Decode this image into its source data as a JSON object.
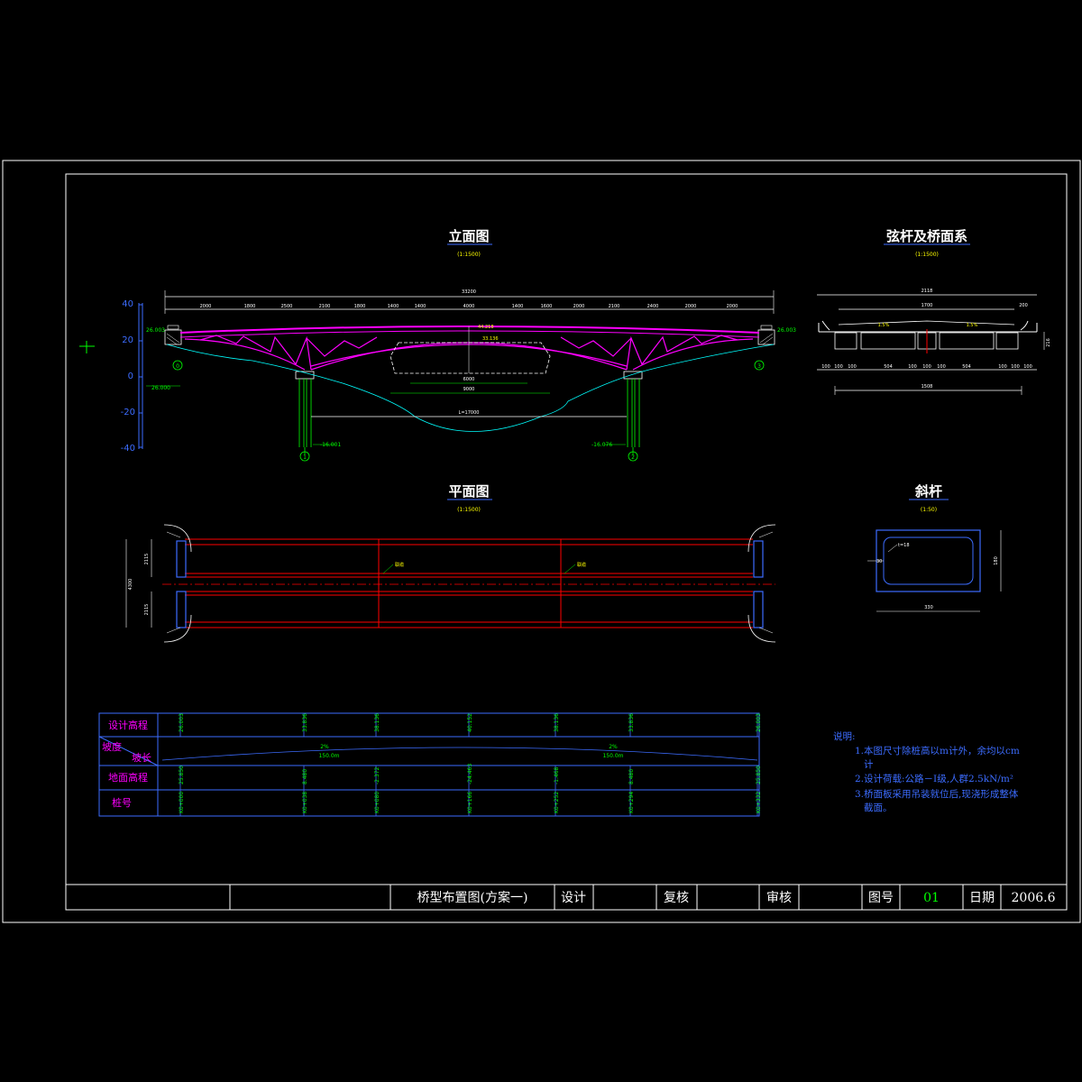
{
  "views": {
    "elevation": {
      "title": "立面图",
      "scale": "(1:1500)"
    },
    "chord_deck": {
      "title": "弦杆及桥面系",
      "scale": "(1:1500)"
    },
    "plan": {
      "title": "平面图",
      "scale": "(1:1500)"
    },
    "diagonal": {
      "title": "斜杆",
      "scale": "(1:50)"
    }
  },
  "elevation_axis": {
    "ticks": [
      "40",
      "20",
      "0",
      "-20",
      "-40"
    ]
  },
  "elevation_labels": {
    "total_span": "33200",
    "span_L": "L=17000",
    "pier_1": "1",
    "pier_2": "2",
    "abutment_0": "0",
    "abutment_3": "3",
    "left_elev": "26.003",
    "right_elev": "26.003",
    "pile_left": "-16.001",
    "pile_right": "-16.076",
    "ground": "26.000",
    "crown": "44.218",
    "crown_b": "33.136",
    "segment_dims": [
      "2000",
      "1800",
      "2500",
      "2100",
      "1800",
      "1400",
      "1400",
      "4000",
      "1400",
      "1600",
      "2000",
      "2100",
      "2400",
      "2000",
      "2000"
    ],
    "window_dims": [
      "6000",
      "9000"
    ]
  },
  "chord_labels": {
    "top": "2118",
    "inner": "1700",
    "slopes": [
      "1.5%",
      "1.5%"
    ],
    "bottom": "1508",
    "bottom_dims": [
      "100",
      "100",
      "100",
      "504",
      "100",
      "100",
      "100",
      "504",
      "100",
      "100",
      "100"
    ],
    "height": "216",
    "curb": "200"
  },
  "plan_labels": {
    "total_width": "4300",
    "half_top": "2115",
    "half_bottom": "2115",
    "brace_left": "联缆",
    "brace_right": "联缆"
  },
  "diagonal_labels": {
    "thickness": "t=18",
    "width": "330",
    "height": "180",
    "wall": "30"
  },
  "profile_table": {
    "row_labels": [
      "设计高程",
      "坡度",
      "坡长",
      "地面高程",
      "桩号"
    ],
    "design_elevations": [
      "26.003",
      "33.836",
      "38.136",
      "40.152",
      "38.136",
      "33.836",
      "26.003"
    ],
    "grades": [
      "2%",
      "2%"
    ],
    "slope_lengths": [
      "150.0m",
      "150.0m"
    ],
    "ground_elevations": [
      "25.850",
      "8.480",
      "-2.372",
      "-24.463",
      "-1.468",
      "8.480",
      "25.850"
    ],
    "stations": [
      "K0+000",
      "K0+038",
      "K0+080",
      "K0+166",
      "K0+252",
      "K0+294",
      "K0+332"
    ]
  },
  "notes": {
    "header": "说明:",
    "lines": [
      "1.本图尺寸除桩高以m计外，余均以cm",
      "计",
      "2.设计荷载:公路－Ⅰ级,人群2.5kN/m²",
      "3.桥面板采用吊装就位后,现浇形成整体",
      "截面。"
    ]
  },
  "title_block": {
    "drawing_title": "桥型布置图(方案一)",
    "design_label": "设计",
    "review_label": "复核",
    "check_label": "审核",
    "sheet_label": "图号",
    "sheet_no": "01",
    "date_label": "日期",
    "date": "2006.6"
  }
}
